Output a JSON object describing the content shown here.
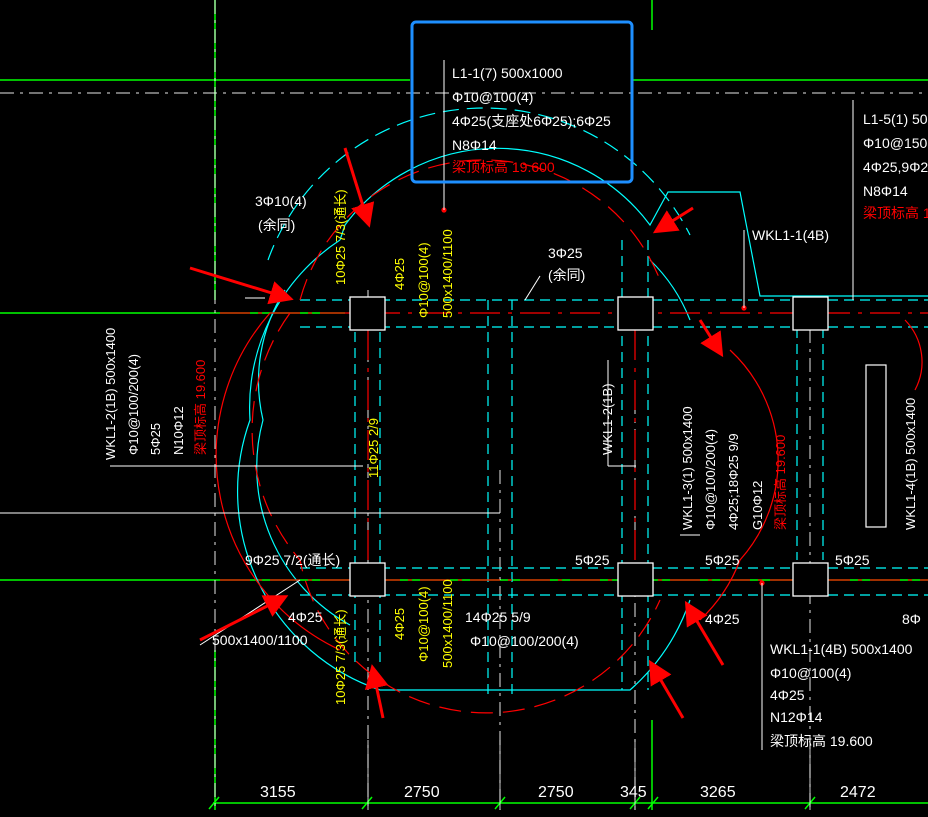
{
  "colors": {
    "background": "#000000",
    "axis": "#00ff00",
    "grid_dash": "#ffffff",
    "beam_outline": "#00ffff",
    "rebar_red": "#ff0000",
    "text_white": "#ffffff",
    "text_yellow": "#ffff00",
    "text_red": "#ff0000",
    "highlight_box": "#1e8fff",
    "arrow": "#ff0000",
    "column_fill": "#000000"
  },
  "highlight_annotation": {
    "lines": [
      "L1-1(7) 500x1000",
      "Φ10@100(4)",
      "4Φ25(支座处6Φ25);6Φ25",
      "N8Φ14"
    ],
    "elevation": "梁顶标高 19.600"
  },
  "annotation_l1_5": {
    "lines": [
      "L1-5(1) 500",
      "Φ10@150(",
      "4Φ25,9Φ2",
      "N8Φ14"
    ],
    "elevation": "梁顶标高 19."
  },
  "labels": {
    "wkl1_1_top": "WKL1-1(4B)",
    "stirrup_3phi10": "3Φ10(4)",
    "same_note_left": "(余同)",
    "top_10phi25": "10Φ25 7/3(通长)",
    "top_4phi25": "4Φ25",
    "top_stirrup": "Φ10@100(4)",
    "top_size": "500x1400/1100",
    "mid_3phi25": "3Φ25",
    "same_note_mid": "(余同)",
    "wkl1_2_lines": [
      "WKL1-2(1B) 500x1400",
      "Φ10@100/200(4)",
      "5Φ25",
      "N10Φ12"
    ],
    "wkl1_2_elev": "梁顶标高 19.600",
    "left_11phi25": "11Φ25 2/9",
    "wkl1_2_1b": "WKL1-2(1B)",
    "wkl1_3_lines": [
      "WKL1-3(1) 500x1400",
      "Φ10@100/200(4)",
      "4Φ25;18Φ25 9/9",
      "G10Φ12"
    ],
    "wkl1_3_elev": "梁顶标高 19.600",
    "wkl1_4_lines": [
      "WKL1-4(1B) 500x1400"
    ],
    "bot_9phi25": "9Φ25 7/2(通长)",
    "bot_4phi25_left": "4Φ25",
    "bot_size_left": "500x1400/1100",
    "bot_10phi25": "10Φ25 7/3(通长)",
    "bot_4phi25": "4Φ25",
    "bot_stirrup": "Φ10@100(4)",
    "bot_size": "500x1400/1100",
    "bot_14phi25": "14Φ25 5/9",
    "bot_stirrup2": "Φ10@100/200(4)",
    "bot_5phi25_a": "5Φ25",
    "bot_5phi25_b": "5Φ25",
    "bot_5phi25_c": "5Φ25",
    "bot_4phi25_right": "4Φ25",
    "bot_8phi": "8Φ",
    "wkl1_1_bottom_lines": [
      "WKL1-1(4B) 500x1400",
      "Φ10@100(4)",
      "4Φ25",
      "N12Φ14"
    ],
    "wkl1_1_bottom_elev": "梁顶标高 19.600"
  },
  "dimensions": [
    "3155",
    "2750",
    "2750",
    "345",
    "3265",
    "2472"
  ]
}
